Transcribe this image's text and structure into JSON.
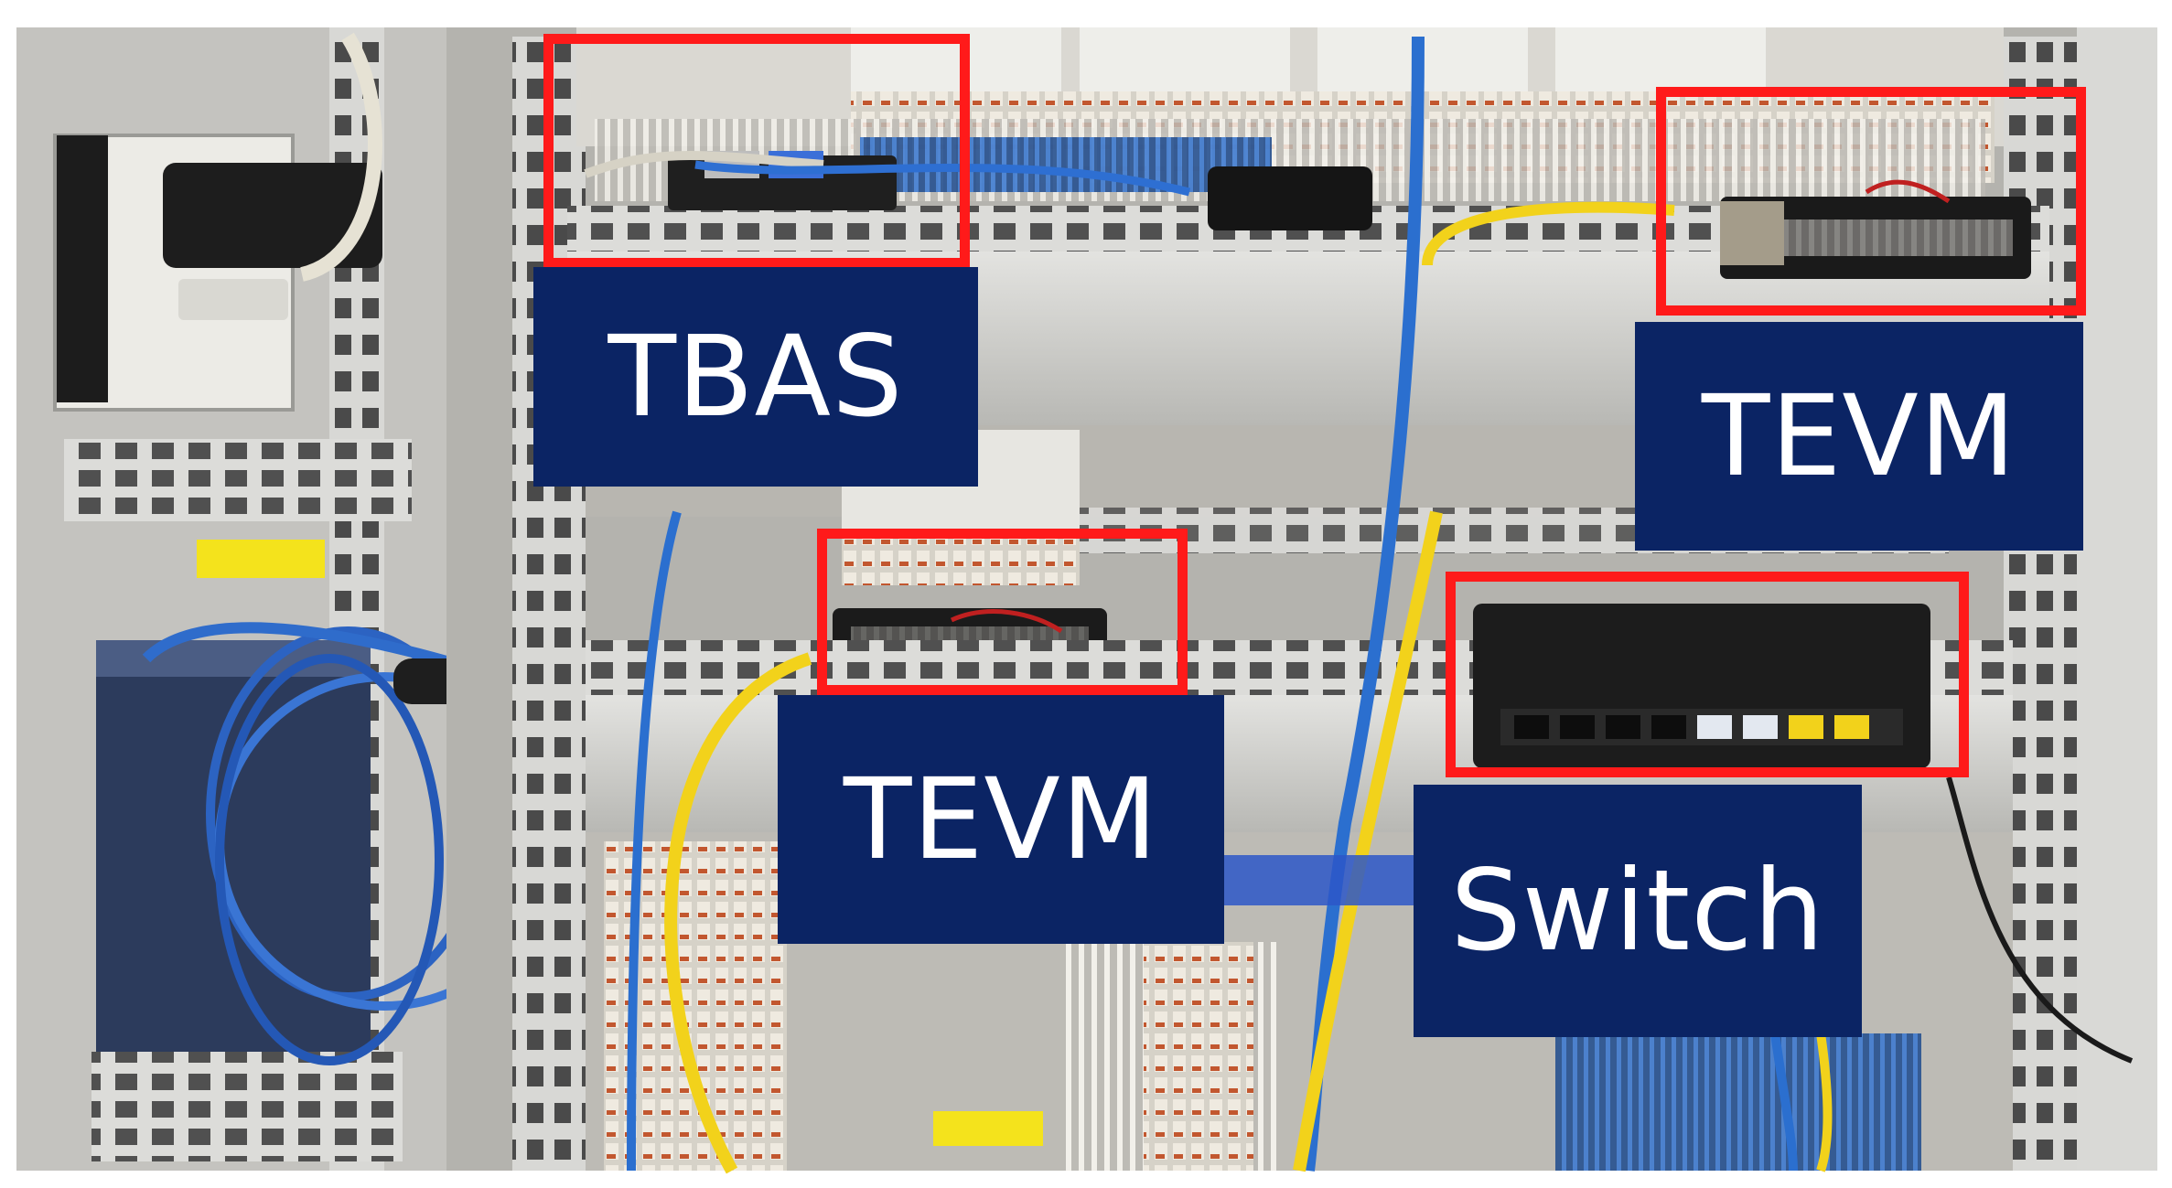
{
  "labels": {
    "tbas": "TBAS",
    "tevm_upper": "TEVM",
    "tevm_lower": "TEVM",
    "switch": "Switch"
  },
  "colors": {
    "highlight_border": "#ff1a1a",
    "callout_background": "#0b2464",
    "callout_text": "#ffffff",
    "ethernet_blue": "#2f7fd1",
    "ethernet_yellow": "#f2d21b"
  },
  "icons": {
    "single_board_computer": "raspberry-pi-icon",
    "network_switch": "ethernet-switch-icon"
  }
}
